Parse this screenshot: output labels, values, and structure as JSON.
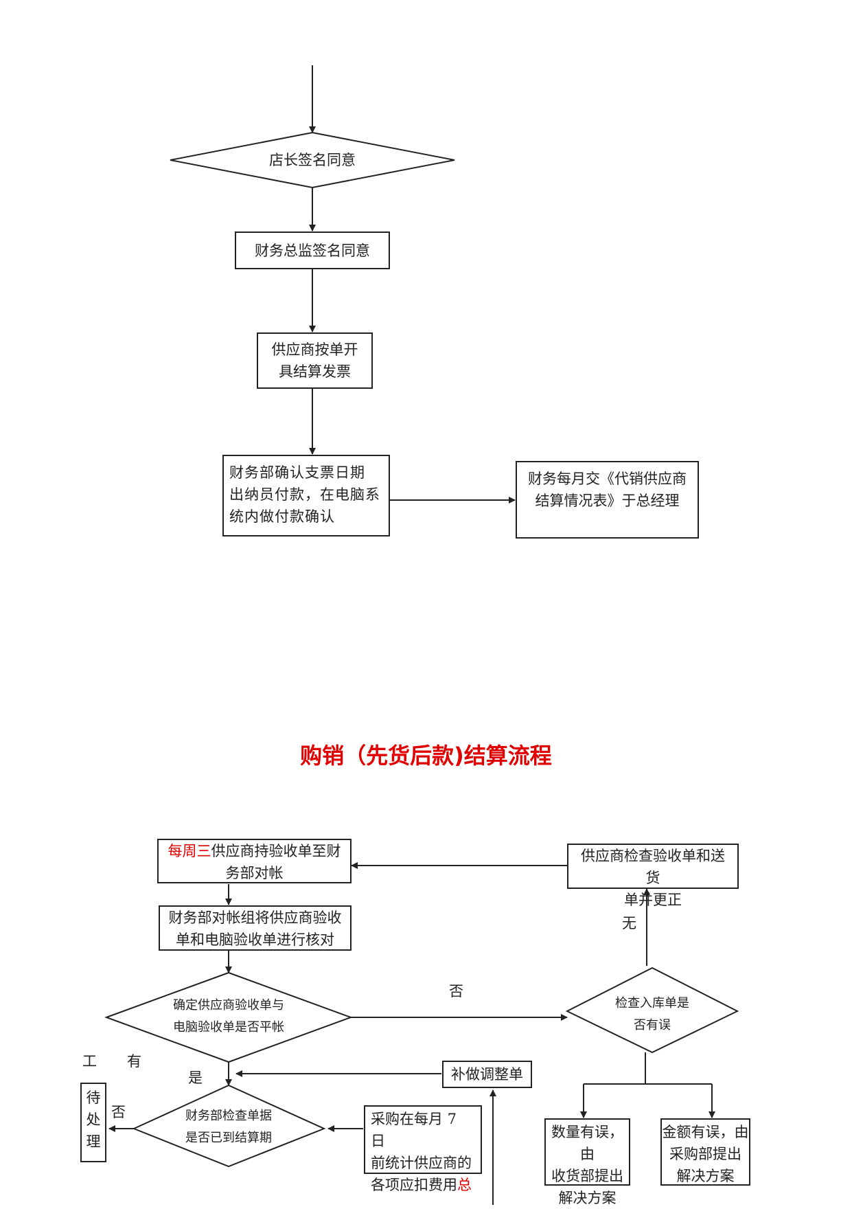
{
  "flow1": {
    "store_manager": "店长签名同意",
    "finance_director": "财务总监签名同意",
    "supplier_invoice": [
      "供应商按单开",
      "具结算发票"
    ],
    "finance_confirm": [
      "财务部确认支票日期",
      "出纳员付款，在电脑系",
      "统内做付款确认"
    ],
    "monthly_report": [
      "财务每月交《代销供应商",
      "结算情况表》于总经理"
    ]
  },
  "flow2": {
    "title": "购销（先货后款)结算流程",
    "wednesday_red": "每周三",
    "wednesday_rest": "供应商持验收单至财",
    "wednesday_line2": "务部对帐",
    "supplier_check": [
      "供应商检查验收单和送货",
      "单并更正"
    ],
    "reconcile": [
      "财务部对帐组将供应商验收",
      "单和电脑验收单进行核对"
    ],
    "balance_decision": [
      "确定供应商验收单与",
      "电脑验收单是否平帐"
    ],
    "warehouse_decision": [
      "检查入库单是",
      "否有误"
    ],
    "label_no_error": "无",
    "label_no": "否",
    "label_yes": "是",
    "label_no2": "否",
    "label_gong": "工",
    "label_you": "有",
    "adjustment": "补做调整单",
    "pending": [
      "待",
      "处",
      "理"
    ],
    "period_decision": [
      "财务部检查单据",
      "是否已到结算期"
    ],
    "purchase_stats_line1": "采购在每月 7 日",
    "purchase_stats_line2": "前统计供应商的",
    "purchase_stats_line3a": "各项应扣费用",
    "purchase_stats_line3b": "总",
    "qty_error": [
      "数量有误，由",
      "收货部提出",
      "解决方案"
    ],
    "amount_error": [
      "金额有误，由",
      "采购部提出",
      "解决方案"
    ]
  }
}
